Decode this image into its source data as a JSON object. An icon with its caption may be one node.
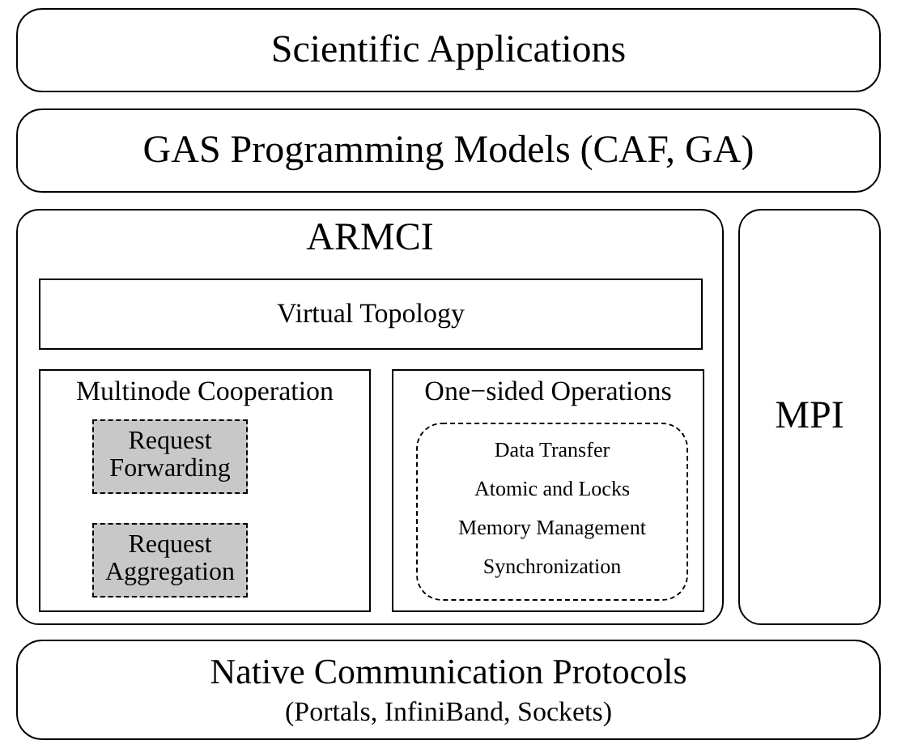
{
  "diagram": {
    "nodes": [
      {
        "text": [
          "Scientific Applications"
        ]
      },
      {
        "text": [
          "GAS Programming Models (CAF, GA)"
        ]
      },
      {
        "text": [
          "ARMCI"
        ]
      },
      {
        "text": [
          "Virtual Topology"
        ],
        "in": 2
      },
      {
        "text": [
          "Multinode Cooperation"
        ],
        "in": 2
      },
      {
        "text": [
          "Request Forwarding"
        ],
        "in": 4
      },
      {
        "text": [
          "Request Aggregation"
        ],
        "in": 4
      },
      {
        "text": [
          "One−sided Operations"
        ],
        "in": 2
      },
      {
        "text": [
          "Data Transfer",
          "Atomic and Locks",
          "Memory Management",
          "Synchronization"
        ],
        "in": 7
      },
      {
        "text": [
          "MPI"
        ]
      },
      {
        "text": [
          "Native Communication Protocols",
          "(Portals, InfiniBand, Sockets)"
        ]
      }
    ]
  }
}
